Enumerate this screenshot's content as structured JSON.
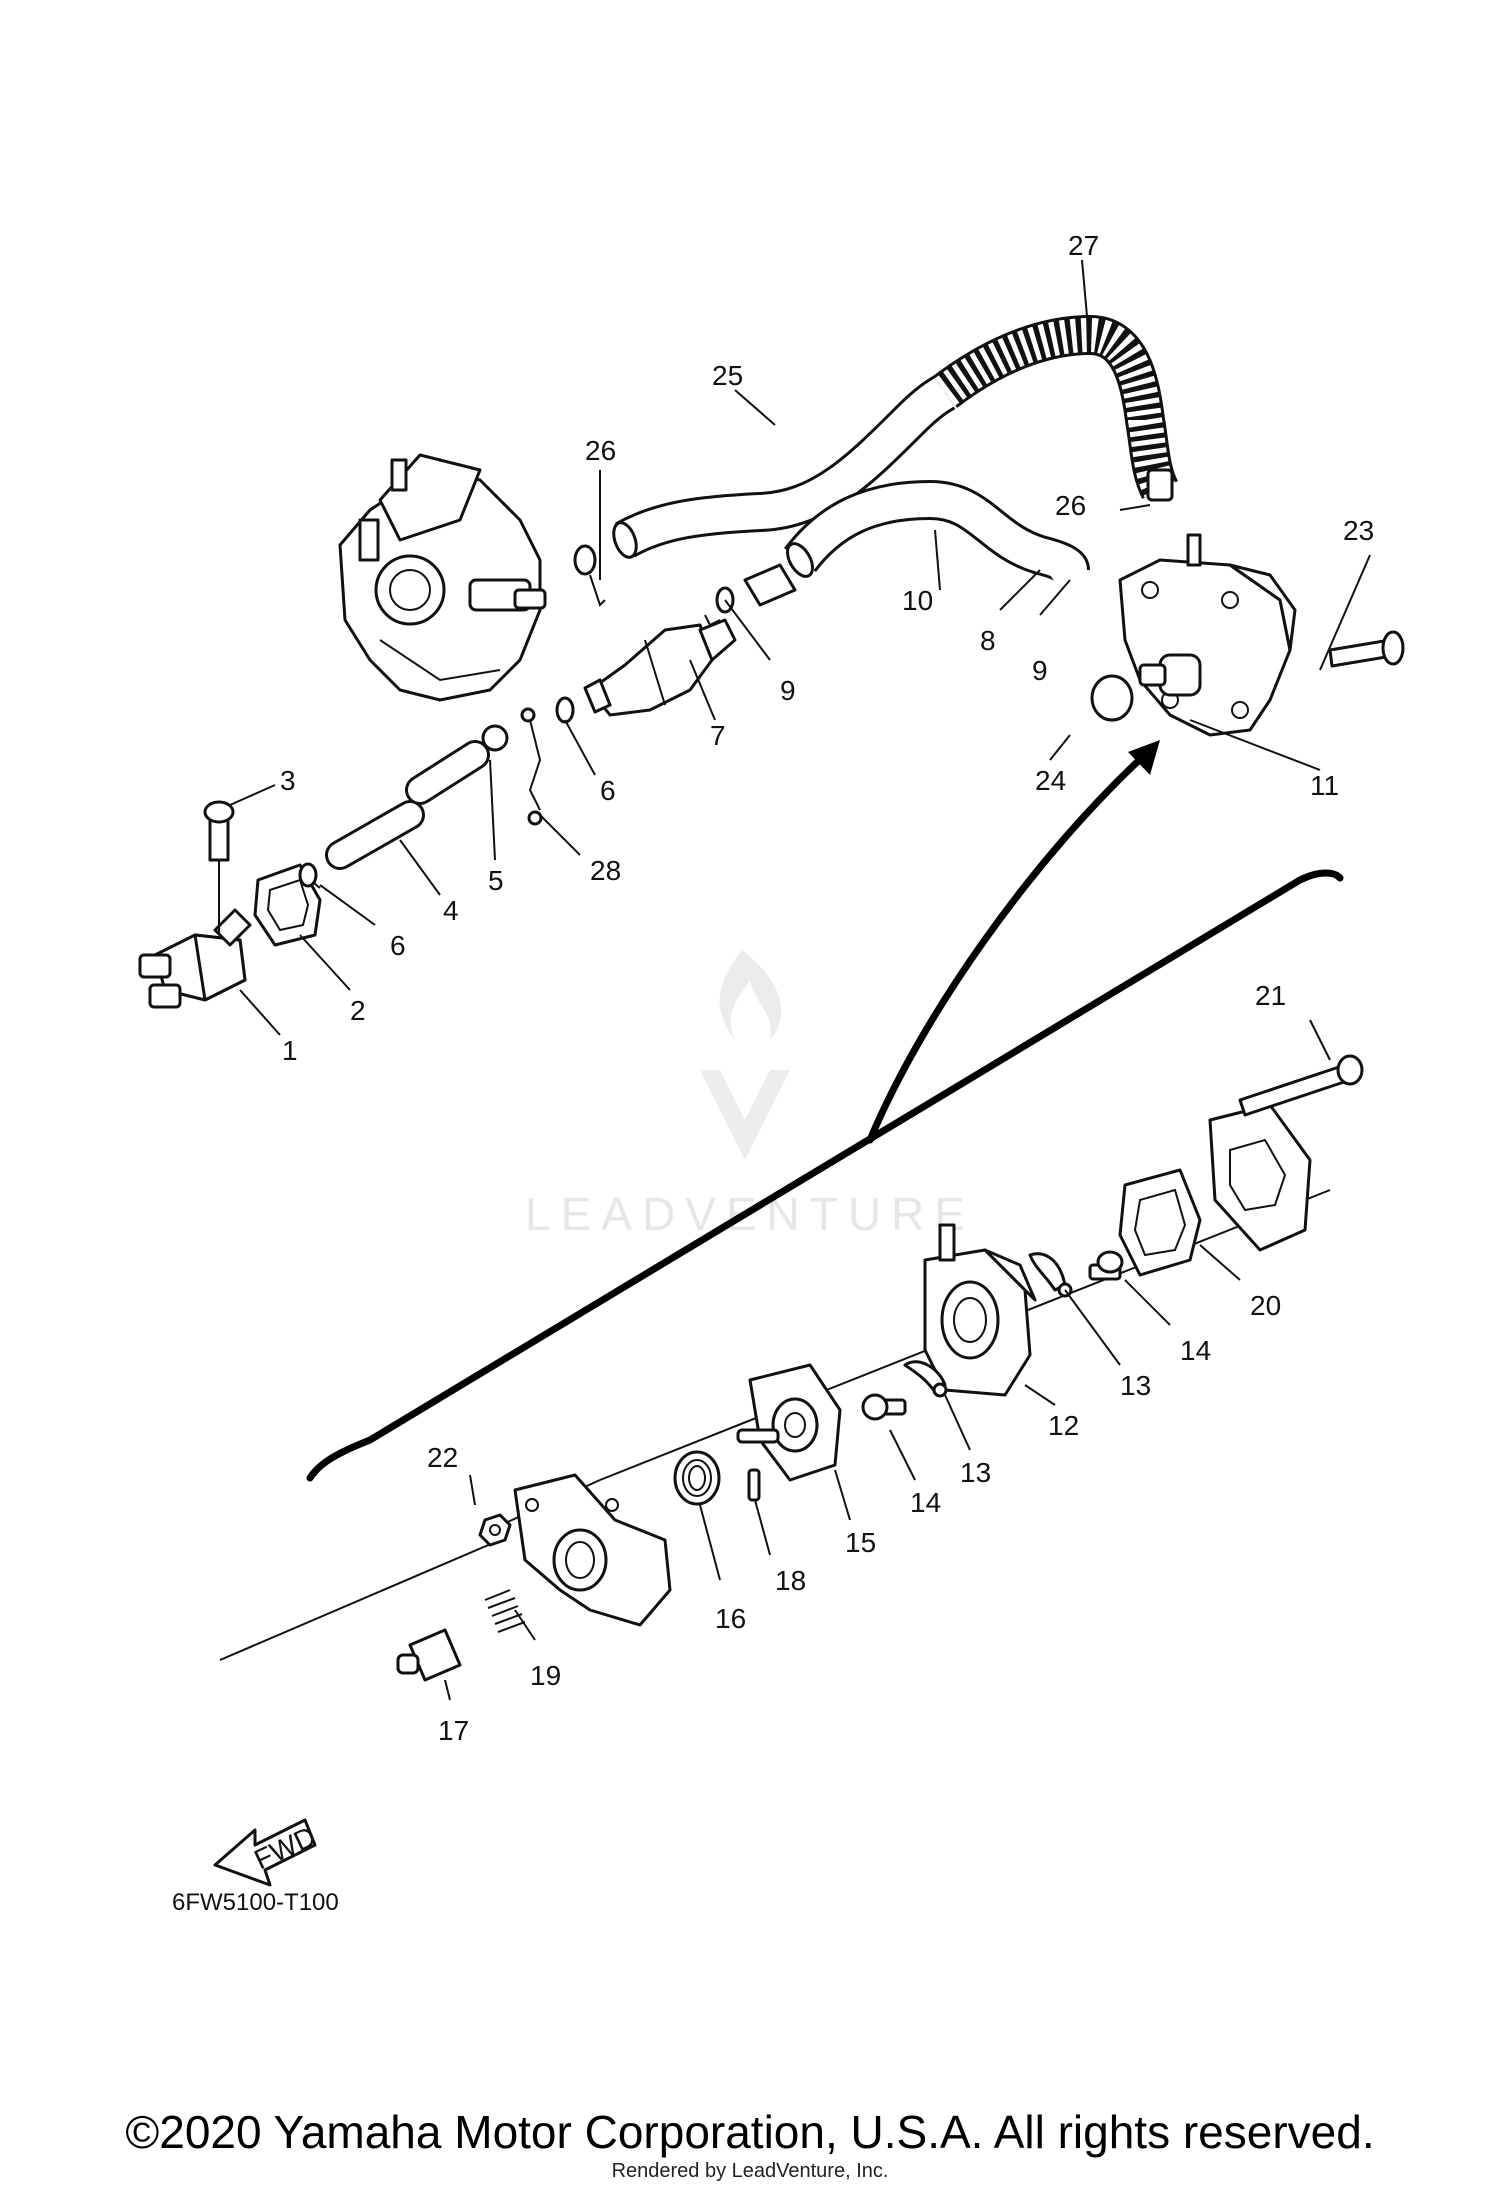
{
  "watermark": {
    "text": "LEADVENTURE"
  },
  "callouts": {
    "c1": "1",
    "c2": "2",
    "c3": "3",
    "c4": "4",
    "c5": "5",
    "c6a": "6",
    "c6b": "6",
    "c7": "7",
    "c8": "8",
    "c9a": "9",
    "c9b": "9",
    "c10": "10",
    "c11": "11",
    "c12": "12",
    "c13a": "13",
    "c13b": "13",
    "c14a": "14",
    "c14b": "14",
    "c15": "15",
    "c16": "16",
    "c17": "17",
    "c18": "18",
    "c19": "19",
    "c20": "20",
    "c21": "21",
    "c22": "22",
    "c23": "23",
    "c24": "24",
    "c25": "25",
    "c26a": "26",
    "c26b": "26",
    "c27": "27",
    "c28": "28"
  },
  "fwd_label": "FWD",
  "diagram_code": "6FW5100-T100",
  "footer": {
    "copyright": "©2020 Yamaha Motor Corporation, U.S.A. All rights reserved.",
    "rendered_by": "Rendered by LeadVenture, Inc."
  },
  "colors": {
    "line": "#111111",
    "background": "#ffffff",
    "watermark": "#e6e6e6"
  }
}
